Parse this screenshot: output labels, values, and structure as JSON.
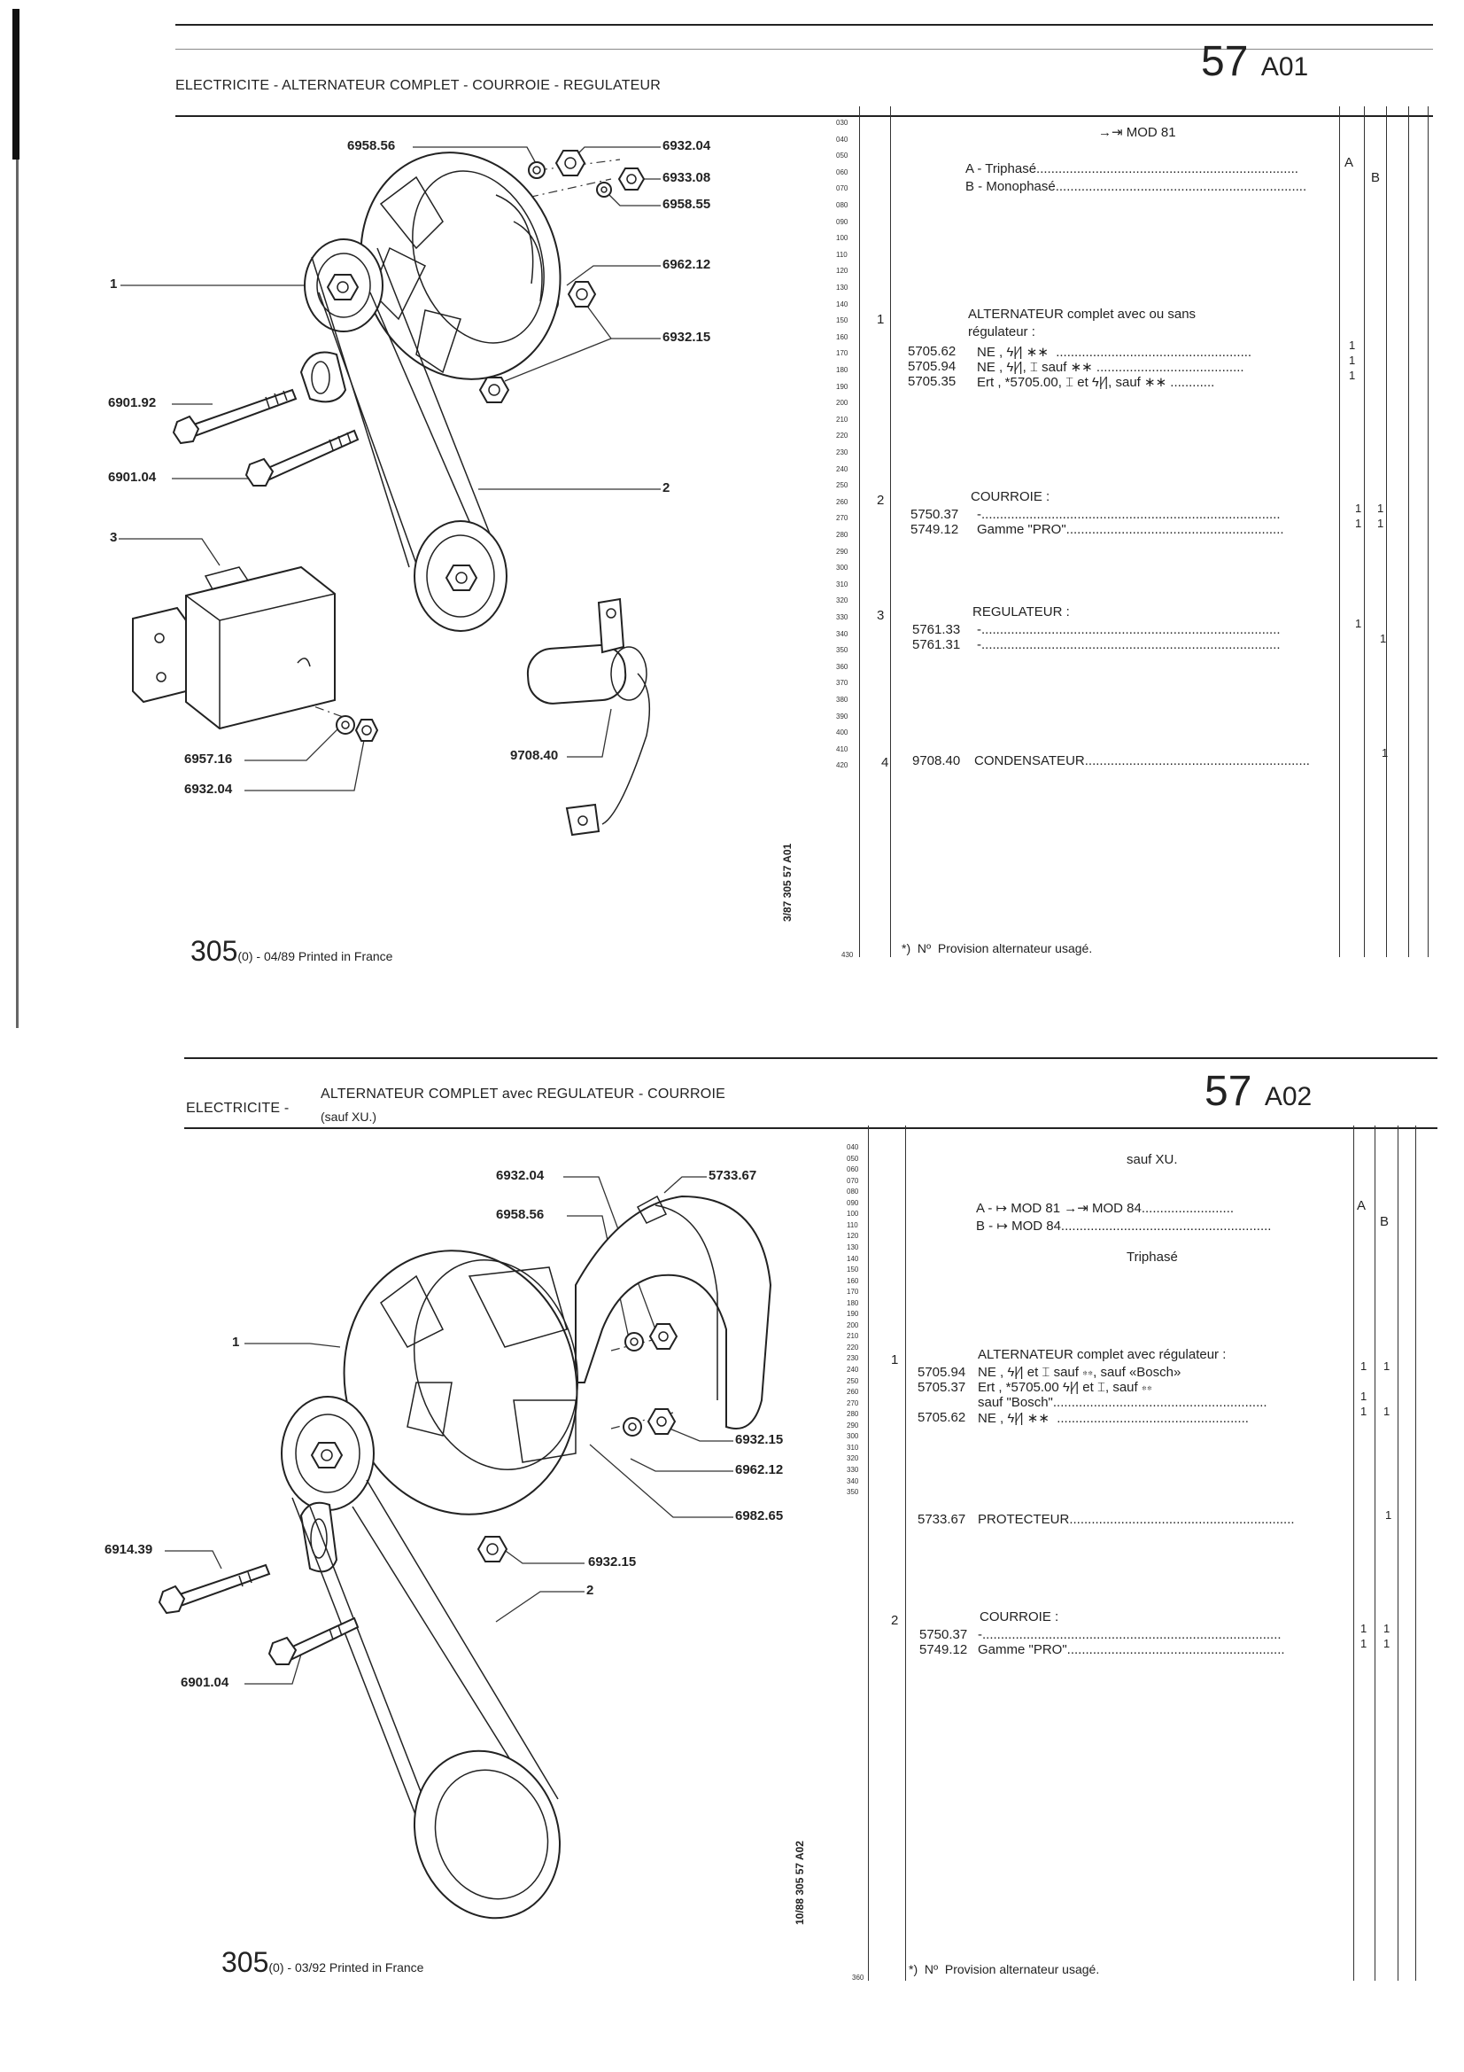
{
  "top": {
    "title_prefix": "ELECTRICITE - ",
    "title_rest": "ALTERNATEUR COMPLET - COURROIE - REGULATEUR",
    "page_number": "57",
    "page_suffix": "A01",
    "callouts": [
      "6958.56",
      "6932.04",
      "6933.08",
      "6958.55",
      "6962.12",
      "6932.15",
      "6901.92",
      "6901.04",
      "6957.16",
      "6932.04",
      "9708.40",
      "1",
      "2",
      "3"
    ],
    "line_numbers": [
      "030",
      "040",
      "050",
      "060",
      "070",
      "080",
      "090",
      "100",
      "110",
      "120",
      "130",
      "140",
      "150",
      "160",
      "170",
      "180",
      "190",
      "200",
      "210",
      "220",
      "230",
      "240",
      "250",
      "260",
      "270",
      "280",
      "290",
      "300",
      "310",
      "320",
      "330",
      "340",
      "350",
      "360",
      "370",
      "380",
      "390",
      "400",
      "410",
      "420"
    ],
    "last_line_number": "430",
    "side_code": "3/87  305  57 A01",
    "header_mod": "→⇥ MOD 81",
    "variant_a": "A - Triphasé.......................................................................",
    "variant_b": "B - Monophasé....................................................................",
    "col_a": "A",
    "col_b": "B",
    "item1": "1",
    "item1_title": "ALTERNATEUR complet avec ou sans",
    "item1_sub": "régulateur :",
    "item1_rows": [
      {
        "ref": "5705.62",
        "desc": "NE , ϟ|∕| ∗∗  .....................................................",
        "qa": "1",
        "qb": ""
      },
      {
        "ref": "5705.94",
        "desc": "NE , ϟ|∕|, ⌶ sauf ∗∗ ........................................",
        "qa": "1",
        "qb": ""
      },
      {
        "ref": "5705.35",
        "desc": "Ert , *5705.00, ⌶ et ϟ|∕|, sauf ∗∗ ............",
        "qa": "1",
        "qb": ""
      }
    ],
    "item2": "2",
    "item2_title": "COURROIE :",
    "item2_rows": [
      {
        "ref": "5750.37",
        "desc": "-.................................................................................",
        "qa": "1",
        "qb": "1"
      },
      {
        "ref": "5749.12",
        "desc": "Gamme \"PRO\"...........................................................",
        "qa": "1",
        "qb": "1"
      }
    ],
    "item3": "3",
    "item3_title": "REGULATEUR :",
    "item3_rows": [
      {
        "ref": "5761.33",
        "desc": "-.................................................................................",
        "qa": "1",
        "qb": ""
      },
      {
        "ref": "5761.31",
        "desc": "-.................................................................................",
        "qa": "",
        "qb": "1"
      }
    ],
    "item4": "4",
    "item4_row": {
      "ref": "9708.40",
      "desc": "CONDENSATEUR.............................................................",
      "qa": "",
      "qb": "1"
    },
    "footnote": "*)  Nº  Provision alternateur usagé.",
    "footer_big": "305",
    "footer_small": "(0) - 04/89 Printed in France"
  },
  "bottom": {
    "title_prefix": "ELECTRICITE - ",
    "title_rest": "ALTERNATEUR COMPLET avec REGULATEUR - COURROIE",
    "title_sub": "(sauf XU.)",
    "page_number": "57",
    "page_suffix": "A02",
    "callouts": [
      "6932.04",
      "5733.67",
      "6958.56",
      "1",
      "6932.15",
      "6962.12",
      "6982.65",
      "6914.39",
      "6932.15",
      "2",
      "6901.04"
    ],
    "line_numbers": [
      "040",
      "050",
      "060",
      "070",
      "080",
      "090",
      "100",
      "110",
      "120",
      "130",
      "140",
      "150",
      "160",
      "170",
      "180",
      "190",
      "200",
      "210",
      "220",
      "230",
      "240",
      "250",
      "260",
      "270",
      "280",
      "290",
      "300",
      "310",
      "320",
      "330",
      "340",
      "350"
    ],
    "last_line_number": "360",
    "side_code": "10/88  305  57 A02",
    "header_sauf": "sauf XU.",
    "variant_a": "A - ↦ MOD 81 →⇥ MOD 84.........................",
    "variant_b": "B - ↦ MOD 84.........................................................",
    "col_a": "A",
    "col_b": "B",
    "triphase": "Triphasé",
    "item1": "1",
    "item1_title": "ALTERNATEUR complet avec régulateur :",
    "item1_rows": [
      {
        "ref": "5705.94",
        "desc": "NE , ϟ|∕| et ⌶ sauf ∗∗, sauf «Bosch»",
        "qa": "1",
        "qb": "1"
      },
      {
        "ref": "5705.37",
        "desc": "Ert , *5705.00 ϟ|∕| et ⌶, sauf ∗∗",
        "qa": "",
        "qb": ""
      },
      {
        "ref": "",
        "desc": "sauf \"Bosch\"..........................................................",
        "qa": "1",
        "qb": ""
      },
      {
        "ref": "5705.62",
        "desc": "NE , ϟ|∕| ∗∗  ....................................................",
        "qa": "1",
        "qb": "1"
      }
    ],
    "item_protect": {
      "ref": "5733.67",
      "desc": "PROTECTEUR.............................................................",
      "qa": "",
      "qb": "1"
    },
    "item2": "2",
    "item2_title": "COURROIE :",
    "item2_rows": [
      {
        "ref": "5750.37",
        "desc": "-.................................................................................",
        "qa": "1",
        "qb": "1"
      },
      {
        "ref": "5749.12",
        "desc": "Gamme \"PRO\"...........................................................",
        "qa": "1",
        "qb": "1"
      }
    ],
    "footnote": "*)  Nº  Provision alternateur usagé.",
    "footer_big": "305",
    "footer_small": "(0) - 03/92 Printed in France"
  }
}
